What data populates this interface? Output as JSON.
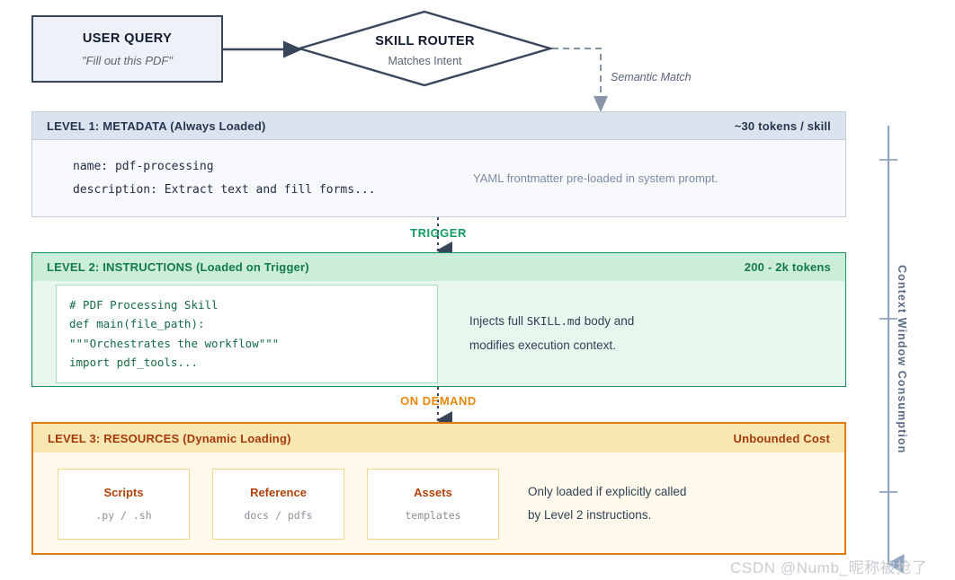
{
  "flow": {
    "user_query": {
      "title": "USER QUERY",
      "subtitle": "\"Fill out this PDF\""
    },
    "router": {
      "title": "SKILL ROUTER",
      "subtitle": "Matches Intent"
    },
    "semantic_match_label": "Semantic Match"
  },
  "connectors": {
    "trigger": "TRIGGER",
    "on_demand": "ON DEMAND"
  },
  "levels": [
    {
      "title": "LEVEL 1: METADATA (Always Loaded)",
      "cost": "~30 tokens / skill",
      "code": "name: pdf-processing\ndescription: Extract text and fill forms...",
      "note": "YAML frontmatter pre-loaded in system prompt."
    },
    {
      "title": "LEVEL 2: INSTRUCTIONS (Loaded on Trigger)",
      "cost": "200 - 2k tokens",
      "code": "# PDF Processing Skill\ndef main(file_path):\n\"\"\"Orchestrates the workflow\"\"\"\nimport pdf_tools...",
      "note_pre": "Injects full ",
      "note_code": "SKILL.md",
      "note_post": " body and",
      "note_line2": "modifies execution context."
    },
    {
      "title": "LEVEL 3: RESOURCES (Dynamic Loading)",
      "cost": "Unbounded Cost",
      "cards": [
        {
          "title": "Scripts",
          "sub": ".py / .sh"
        },
        {
          "title": "Reference",
          "sub": "docs / pdfs"
        },
        {
          "title": "Assets",
          "sub": "templates"
        }
      ],
      "note_line1": "Only loaded if explicitly called",
      "note_line2": "by Level 2 instructions."
    }
  ],
  "axis": {
    "label": "Context Window Consumption"
  },
  "watermark": "CSDN @Numb_昵称被抢了",
  "colors": {
    "navy": "#38465c",
    "green": "#13925a",
    "orange": "#e07b0a",
    "brown": "#b3420a",
    "axis_blue": "#8fa5c0"
  }
}
